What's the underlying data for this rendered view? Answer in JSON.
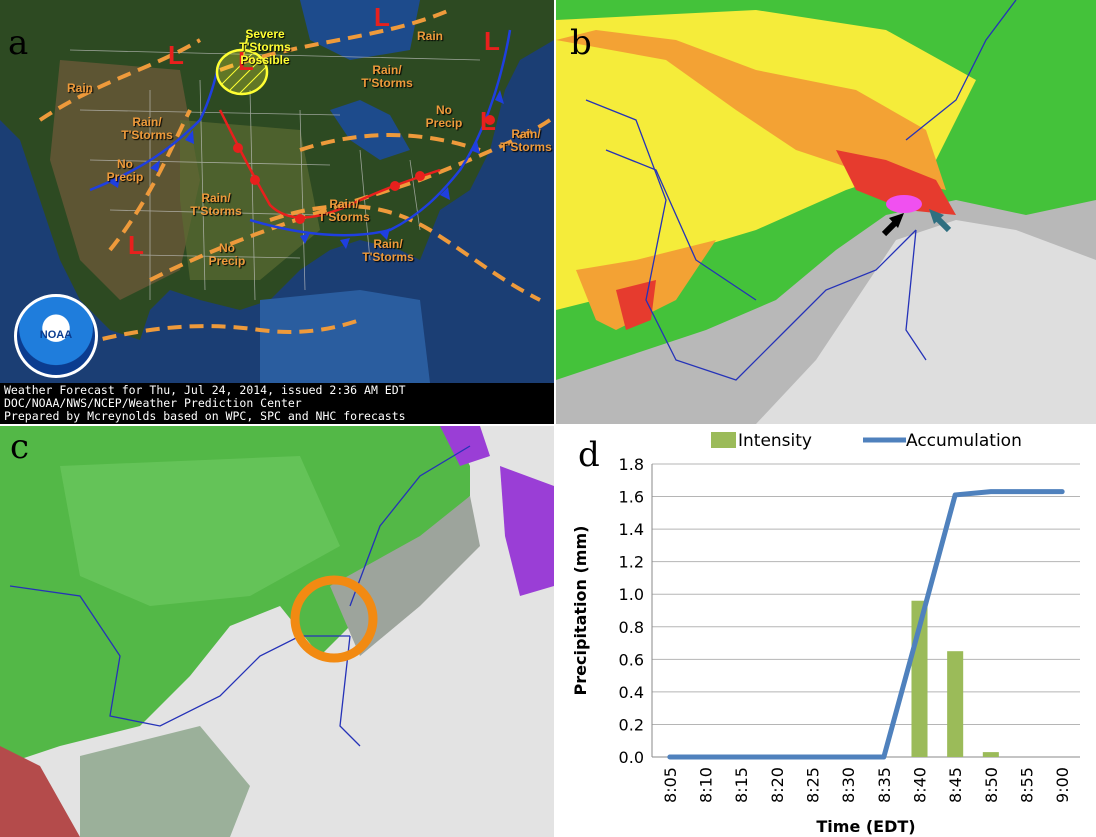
{
  "panel_labels": {
    "a": "a",
    "b": "b",
    "c": "c",
    "d": "d"
  },
  "forecast_map": {
    "caption": [
      "Weather Forecast for Thu, Jul 24, 2014, issued 2:36 AM EDT",
      "DOC/NOAA/NWS/NCEP/Weather Prediction Center",
      "Prepared by Mcreynolds based on WPC, SPC and NHC forecasts"
    ],
    "logo_text": "NOAA",
    "severe_label": "Severe\nT'Storms\nPossible",
    "labels": [
      {
        "text": "Rain"
      },
      {
        "text": "Rain/\nT'Storms"
      },
      {
        "text": "No\nPrecip"
      },
      {
        "text": "Rain/\nT'Storms"
      },
      {
        "text": "Rain"
      },
      {
        "text": "Rain/\nT'Storms"
      },
      {
        "text": "No\nPrecip"
      },
      {
        "text": "Rain/\nT'Storms"
      },
      {
        "text": "Rain/\nT'Storms"
      },
      {
        "text": "No\nPrecip"
      },
      {
        "text": "Rain/\nT'Storms"
      }
    ],
    "low_symbol": "L",
    "colors": {
      "warm_front": "#e8201d",
      "cold_front": "#1f3fe0",
      "trough": "#ee9a3b",
      "severe": "#ffff33"
    }
  },
  "radar_marker_colors": {
    "black_arrow": "#000000",
    "teal_arrow": "#2f6f80",
    "circle": "#f28a12"
  },
  "chart_data": {
    "type": "bar",
    "categories": [
      "8:05",
      "8:10",
      "8:15",
      "8:20",
      "8:25",
      "8:30",
      "8:35",
      "8:40",
      "8:45",
      "8:50",
      "8:55",
      "9:00"
    ],
    "series": [
      {
        "name": "Intensity",
        "kind": "bar",
        "color": "#9bbb59",
        "values": [
          0,
          0,
          0,
          0,
          0,
          0,
          0,
          0.96,
          0.65,
          0.03,
          0,
          0
        ]
      },
      {
        "name": "Accumulation",
        "kind": "line",
        "color": "#4f81bd",
        "values": [
          0,
          0,
          0,
          0,
          0,
          0,
          0,
          0.8,
          1.61,
          1.63,
          1.63,
          1.63
        ]
      }
    ],
    "xlabel": "Time (EDT)",
    "ylabel": "Precipitation (mm)",
    "ylim": [
      0,
      1.8
    ],
    "yticks": [
      "0.0",
      "0.2",
      "0.4",
      "0.6",
      "0.8",
      "1.0",
      "1.2",
      "1.4",
      "1.6",
      "1.8"
    ],
    "legend_position": "top",
    "grid": true
  }
}
